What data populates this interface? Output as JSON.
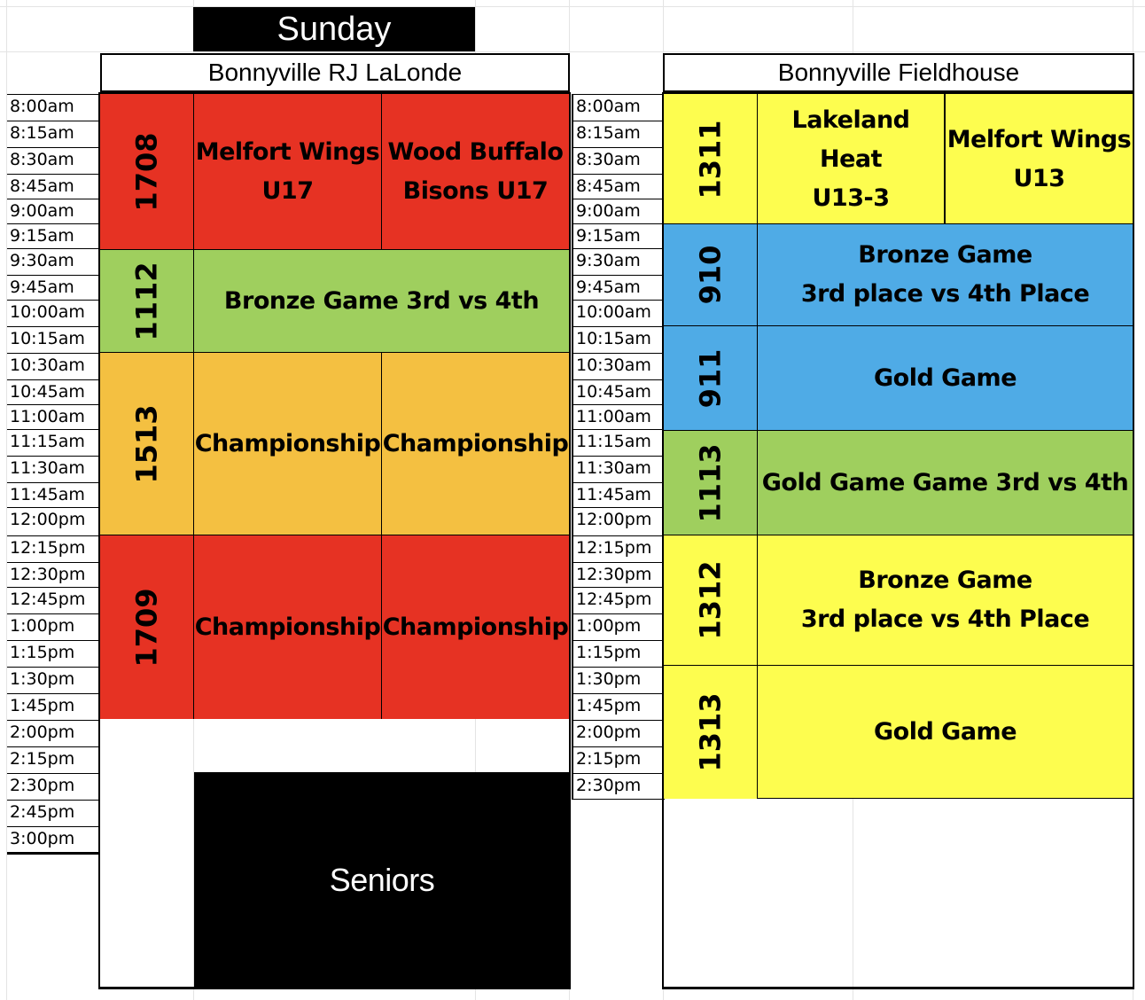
{
  "day_label": "Sunday",
  "venues": {
    "left": "Bonnyville RJ LaLonde",
    "right": "Bonnyville Fieldhouse"
  },
  "times_left": [
    "8:00am",
    "8:15am",
    "8:30am",
    "8:45am",
    "9:00am",
    "9:15am",
    "9:30am",
    "9:45am",
    "10:00am",
    "10:15am",
    "10:30am",
    "10:45am",
    "11:00am",
    "11:15am",
    "11:30am",
    "11:45am",
    "12:00pm",
    "12:15pm",
    "12:30pm",
    "12:45pm",
    "1:00pm",
    "1:15pm",
    "1:30pm",
    "1:45pm",
    "2:00pm",
    "2:15pm",
    "2:30pm",
    "2:45pm",
    "3:00pm"
  ],
  "times_right": [
    "8:00am",
    "8:15am",
    "8:30am",
    "8:45am",
    "9:00am",
    "9:15am",
    "9:30am",
    "9:45am",
    "10:00am",
    "10:15am",
    "10:30am",
    "10:45am",
    "11:00am",
    "11:15am",
    "11:30am",
    "11:45am",
    "12:00pm",
    "12:15pm",
    "12:30pm",
    "12:45pm",
    "1:00pm",
    "1:15pm",
    "1:30pm",
    "1:45pm",
    "2:00pm",
    "2:15pm",
    "2:30pm"
  ],
  "left_games": [
    {
      "id": "1708",
      "team_a": "Melfort Wings\nU17",
      "team_b": "Wood Buffalo\nBisons  U17",
      "color": "#e63223"
    },
    {
      "id": "1112",
      "label": "Bronze Game 3rd vs 4th",
      "color": "#9fcf5e"
    },
    {
      "id": "1513",
      "team_a": "Championship",
      "team_b": "Championship",
      "color": "#f4c041"
    },
    {
      "id": "1709",
      "team_a": "Championship",
      "team_b": "Championship",
      "color": "#e63223"
    }
  ],
  "seniors_label": "Seniors",
  "right_games": [
    {
      "id": "1311",
      "team_a": "Lakeland Heat\nU13-3",
      "team_b": "Melfort Wings\nU13",
      "color": "#fdfd4f"
    },
    {
      "id": "910",
      "label": "Bronze Game\n3rd place vs 4th Place",
      "color": "#4fabe6"
    },
    {
      "id": "911",
      "label": "Gold Game",
      "color": "#4fabe6"
    },
    {
      "id": "1113",
      "label": "Gold Game Game 3rd vs 4th",
      "color": "#9fcf5e"
    },
    {
      "id": "1312",
      "label": "Bronze Game\n3rd place vs 4th Place",
      "color": "#fdfd4f"
    },
    {
      "id": "1313",
      "label": "Gold Game",
      "color": "#fdfd4f"
    }
  ]
}
